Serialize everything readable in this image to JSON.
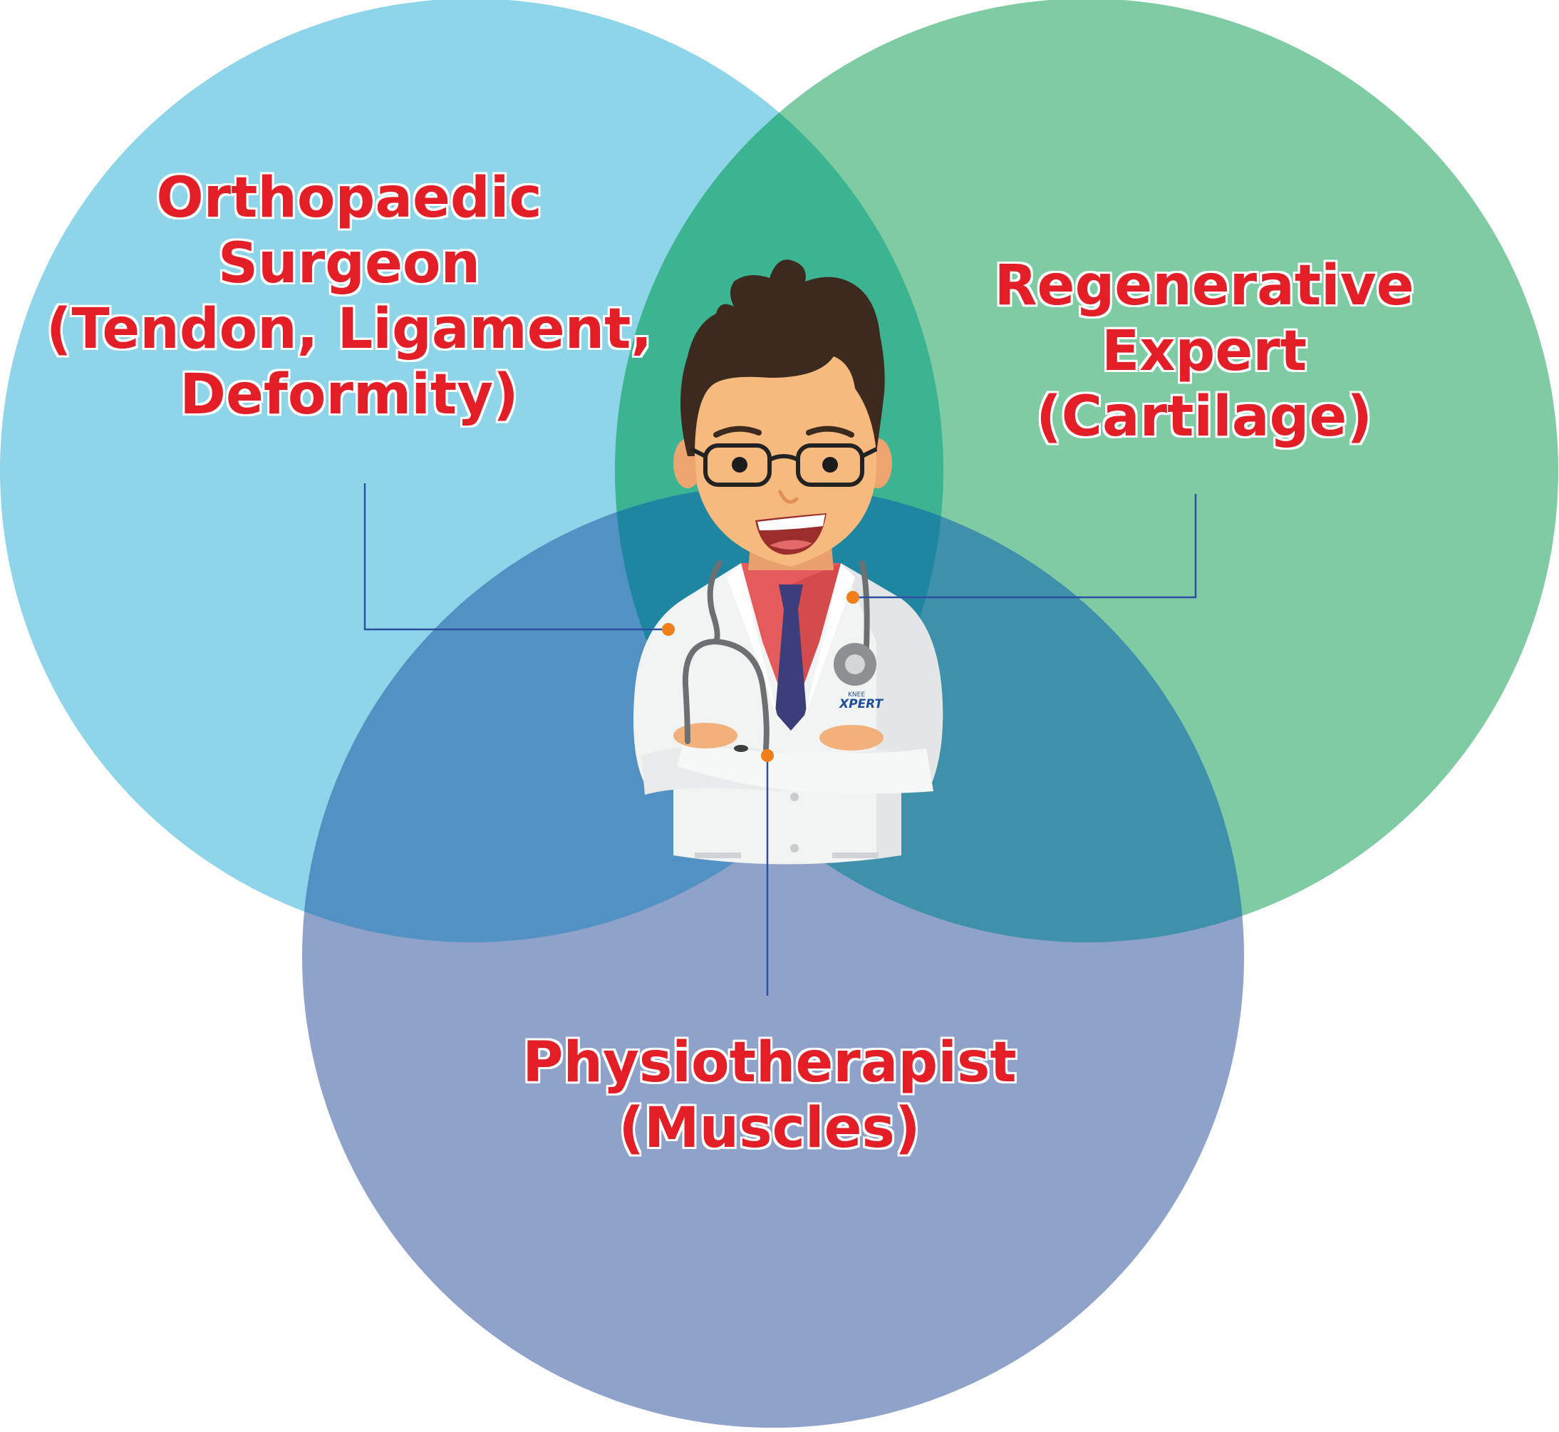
{
  "labels": {
    "orthopaedic": {
      "line1": "Orthopaedic",
      "line2": "Surgeon",
      "line3": "(Tendon, Ligament,",
      "line4": "Deformity)"
    },
    "regenerative": {
      "line1": "Regenerative",
      "line2": "Expert",
      "line3": "(Cartilage)"
    },
    "physiotherapist": {
      "line1": "Physiotherapist",
      "line2": "(Muscles)"
    }
  },
  "badge": {
    "line1": "KNEE",
    "line2": "XPERT"
  },
  "colors": {
    "circle_orthopaedic": "#8fd5e9",
    "circle_regenerative": "#7fcba4",
    "circle_physiotherapist": "#8fa2ca",
    "label_text": "#e31e26",
    "connector_line": "#2d4fa0",
    "connector_dot": "#f07f1a"
  }
}
